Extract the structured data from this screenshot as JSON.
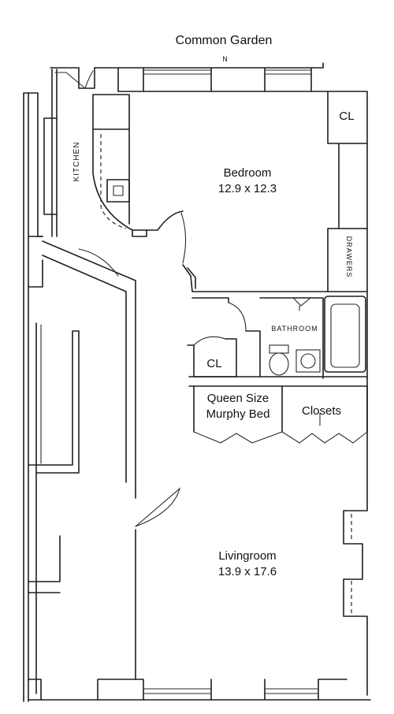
{
  "plan": {
    "north_label": "Common Garden",
    "compass": "N",
    "rooms": {
      "bedroom": {
        "name": "Bedroom",
        "size": "12.9 x 12.3"
      },
      "kitchen": {
        "name": "KITCHEN"
      },
      "bedroom_closet": {
        "name": "CL"
      },
      "drawers": {
        "name": "DRAWERS"
      },
      "bathroom": {
        "name": "BATHROOM"
      },
      "hall_closet": {
        "name": "CL"
      },
      "murphy_bed": {
        "line1": "Queen Size",
        "line2": "Murphy Bed"
      },
      "closets": {
        "name": "Closets"
      },
      "livingroom": {
        "name": "Livingroom",
        "size": "13.9 x 17.6"
      }
    }
  }
}
